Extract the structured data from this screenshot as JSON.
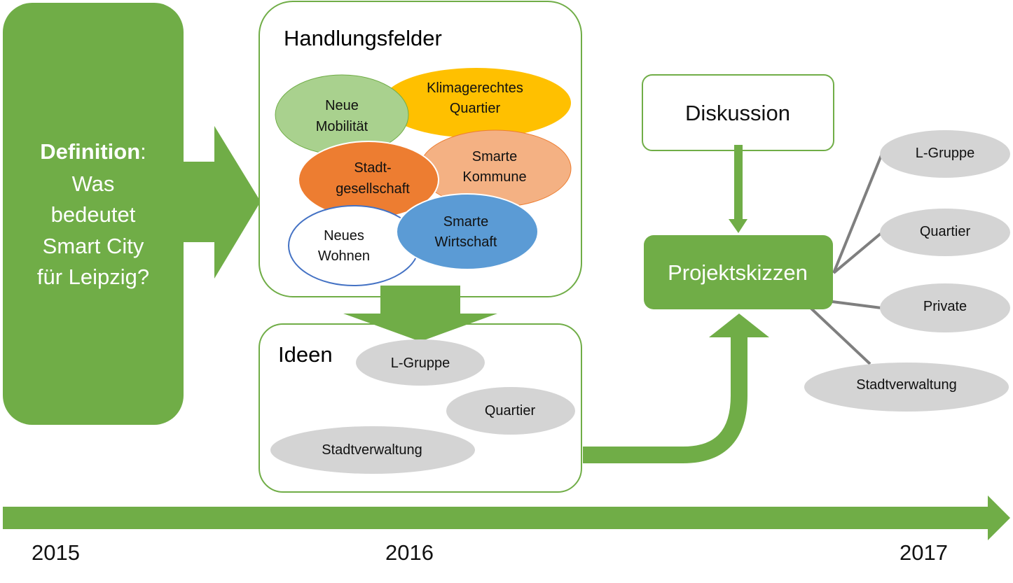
{
  "colors": {
    "green": "#70ad47",
    "gray_oval": "#d4d4d4",
    "orange": "#ed7d31",
    "yellow": "#ffc000",
    "light_green": "#a9d18e",
    "salmon": "#f4b183",
    "blue": "#5b9bd5",
    "connector_gray": "#7f7f7f"
  },
  "definition": {
    "bold": "Definition",
    "colon": ":",
    "lines": [
      "Was",
      "bedeutet",
      "Smart City",
      "für Leipzig?"
    ]
  },
  "handlungsfelder": {
    "title": "Handlungsfelder",
    "fields": {
      "klimagerechtes_quartier": [
        "Klimagerechtes",
        "Quartier"
      ],
      "neue_mobilitaet": [
        "Neue",
        "Mobilität"
      ],
      "stadtgesellschaft": [
        "Stadt-",
        "gesellschaft"
      ],
      "smarte_kommune": [
        "Smarte",
        "Kommune"
      ],
      "neues_wohnen": [
        "Neues",
        "Wohnen"
      ],
      "smarte_wirtschaft": [
        "Smarte",
        "Wirtschaft"
      ]
    }
  },
  "ideen": {
    "title": "Ideen",
    "items": [
      "L-Gruppe",
      "Quartier",
      "Stadtverwaltung"
    ]
  },
  "diskussion": {
    "label": "Diskussion"
  },
  "projektskizzen": {
    "label": "Projektskizzen",
    "partners": [
      "L-Gruppe",
      "Quartier",
      "Private",
      "Stadtverwaltung"
    ]
  },
  "timeline": {
    "years": [
      "2015",
      "2016",
      "2017"
    ]
  }
}
